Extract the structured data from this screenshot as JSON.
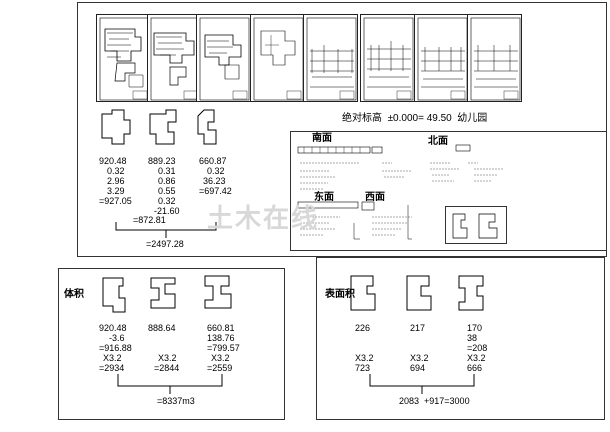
{
  "top": {
    "elevation_label": "绝对标高",
    "elevation_value": "±0.000= 49.50",
    "building": "幼儿园",
    "areas": [
      {
        "lines": [
          "920.48",
          "0.32",
          "2.96",
          "3.29",
          "=927.05"
        ]
      },
      {
        "lines": [
          "889.23",
          "0.31",
          "0.86",
          "0.55",
          "0.32",
          "-21.60"
        ]
      },
      {
        "lines": [
          "660.87",
          "0.32",
          "36.23",
          "=697.42"
        ]
      }
    ],
    "mid_total": "=872.81",
    "grand_total": "=2497.28",
    "facades": {
      "south": "南面",
      "north": "北面",
      "east": "东面",
      "west": "西面"
    }
  },
  "volume": {
    "label": "体积",
    "cols": [
      {
        "lines": [
          "920.48",
          "-3.6",
          "=916.88",
          "X3.2",
          "=2934"
        ]
      },
      {
        "lines": [
          "888.64",
          "",
          "",
          "X3.2",
          "=2844"
        ]
      },
      {
        "lines": [
          "660.81",
          "138.76",
          "=799.57",
          "X3.2",
          "=2559"
        ]
      }
    ],
    "total": "=8337m3"
  },
  "surface": {
    "label": "表面积",
    "cols": [
      {
        "lines": [
          "226",
          "",
          "",
          "X3.2",
          "723"
        ]
      },
      {
        "lines": [
          "217",
          "",
          "",
          "X3.2",
          "694"
        ]
      },
      {
        "lines": [
          "170",
          "38",
          "=208",
          "X3.2",
          "666"
        ]
      }
    ],
    "total": "2083  +917=3000"
  },
  "watermark": "土木在线"
}
